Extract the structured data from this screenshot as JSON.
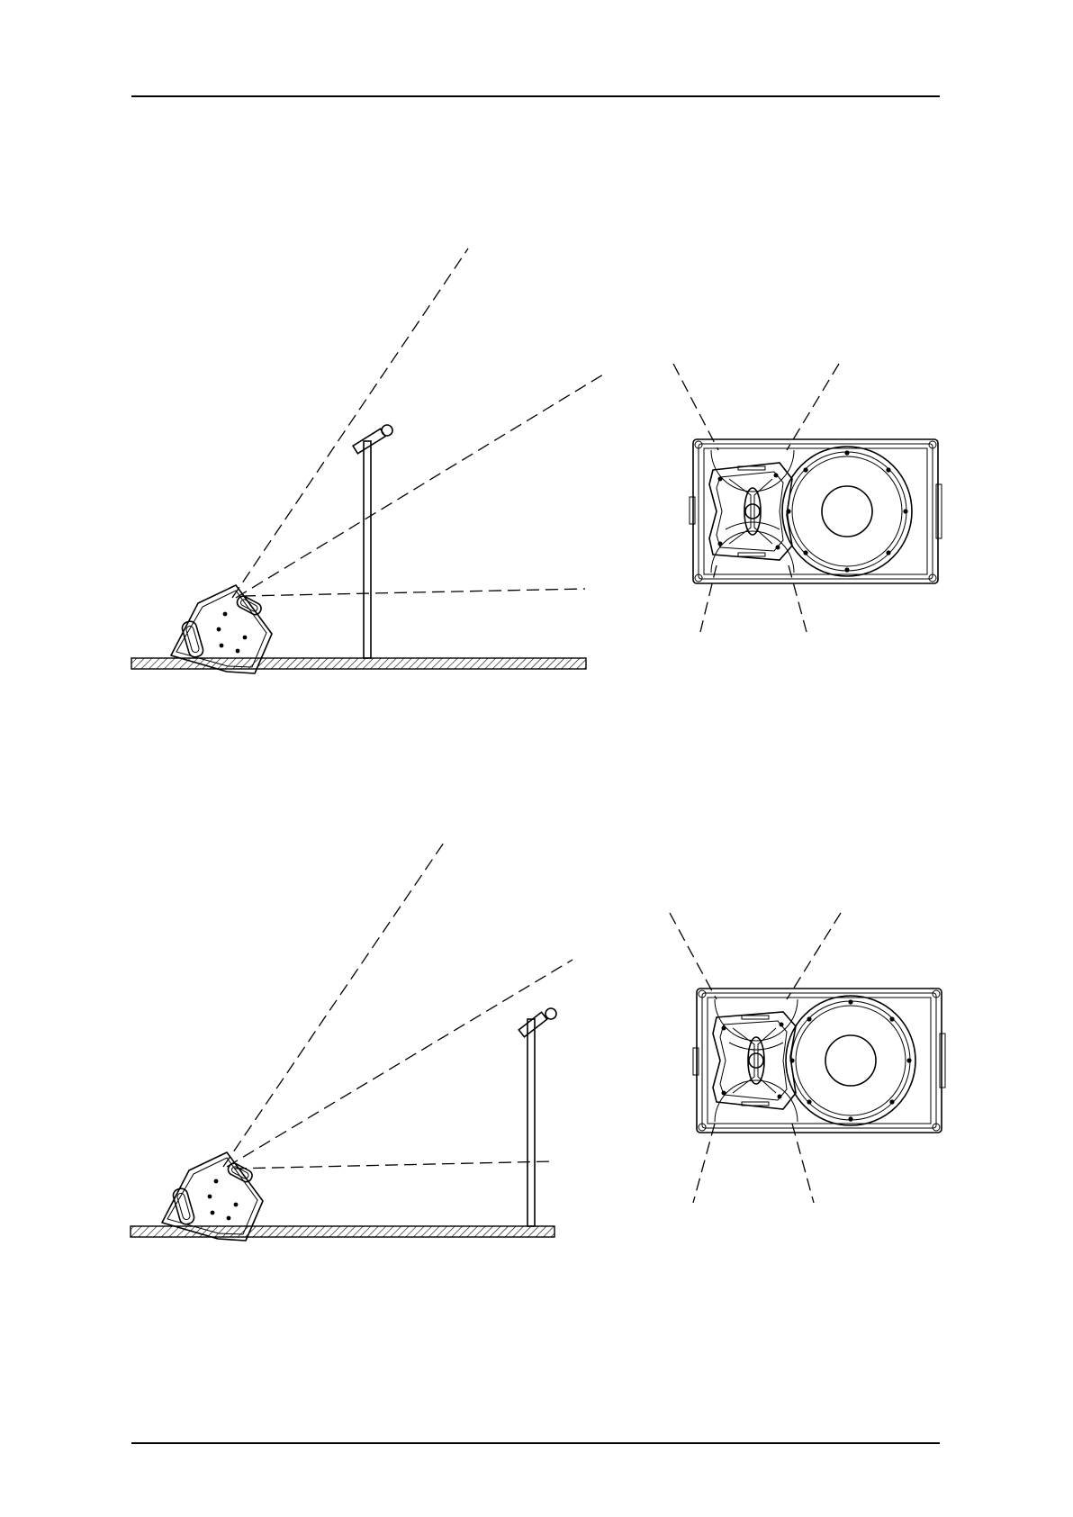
{
  "page": {
    "background": "#ffffff",
    "line_color": "#000000"
  },
  "figures": [
    {
      "id": "upper",
      "scene": "wedge-monitor-with-mic-stand-near",
      "front_view": "coaxial-horn-front"
    },
    {
      "id": "lower",
      "scene": "wedge-monitor-with-mic-stand-far",
      "front_view": "coaxial-horn-front-rotated"
    }
  ]
}
